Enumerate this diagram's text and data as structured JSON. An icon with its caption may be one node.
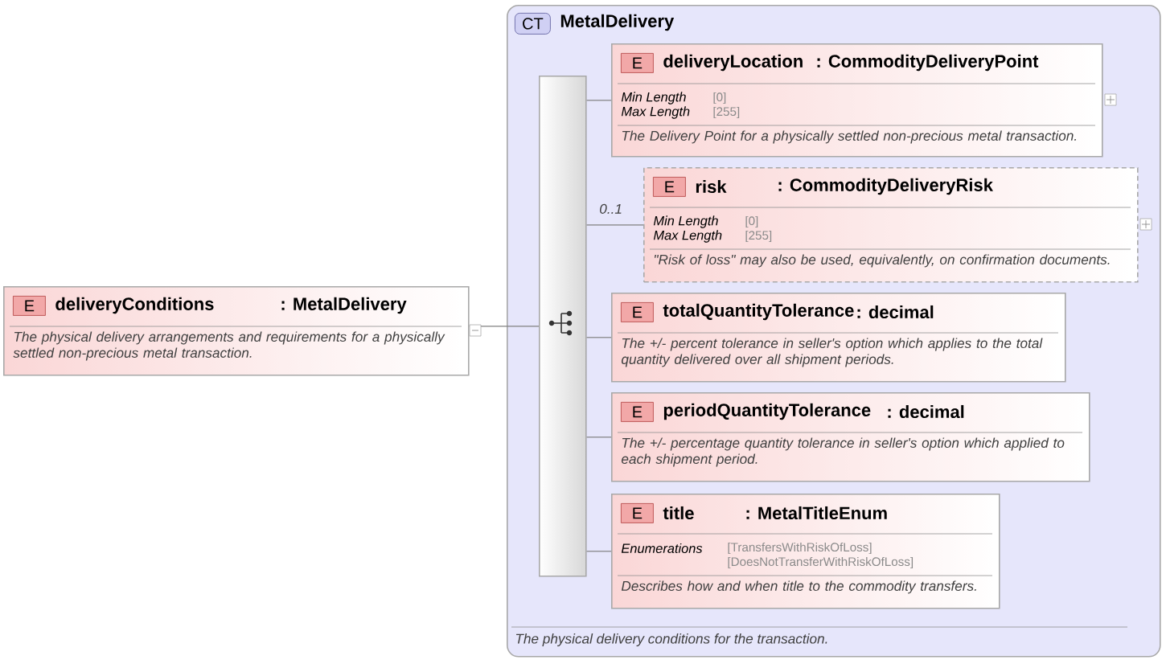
{
  "diagram": {
    "nodes": [
      {
        "text": [
          "E",
          "deliveryConditions",
          ": MetalDelivery",
          "The physical delivery arrangements and requirements for a physically settled non-precious metal transaction."
        ]
      },
      {
        "text": [
          "CT",
          "MetalDelivery",
          "The physical delivery conditions for the transaction."
        ]
      },
      {
        "text": [],
        "shape": "bar",
        "in": 1
      },
      {
        "text": [
          "E",
          "deliveryLocation",
          ": CommodityDeliveryPoint",
          "Min Length",
          "[0]",
          "Max Length",
          "[255]",
          "The Delivery Point for a physically settled non-precious metal transaction."
        ],
        "in": 1
      },
      {
        "text": [
          "E",
          "risk",
          ": CommodityDeliveryRisk",
          "Min Length",
          "[0]",
          "Max Length",
          "[255]",
          "\"Risk of loss\" may also be used, equivalently, on confirmation documents."
        ],
        "in": 1
      },
      {
        "text": [
          "E",
          "totalQuantityTolerance",
          ": decimal",
          "The +/- percent tolerance in seller's option which applies to the total quantity delivered over all shipment periods."
        ],
        "in": 1
      },
      {
        "text": [
          "E",
          "periodQuantityTolerance",
          ": decimal",
          "The +/- percentage quantity tolerance in seller's option which applied to each shipment period."
        ],
        "in": 1
      },
      {
        "text": [
          "E",
          "title",
          ": MetalTitleEnum",
          "Enumerations",
          "[TransfersWithRiskOfLoss]",
          "[DoesNotTransferWithRiskOfLoss]",
          "Describes how and when title to the commodity transfers."
        ],
        "in": 1
      }
    ],
    "edges": [
      {
        "from": 0,
        "to": 2,
        "arrow": "none"
      },
      {
        "from": 2,
        "to": 3,
        "arrow": "none"
      },
      {
        "from": 2,
        "to": 4,
        "arrow": "none",
        "label": "0..1"
      },
      {
        "from": 2,
        "to": 5,
        "arrow": "none"
      },
      {
        "from": 2,
        "to": 6,
        "arrow": "none"
      },
      {
        "from": 2,
        "to": 7,
        "arrow": "none"
      }
    ]
  }
}
